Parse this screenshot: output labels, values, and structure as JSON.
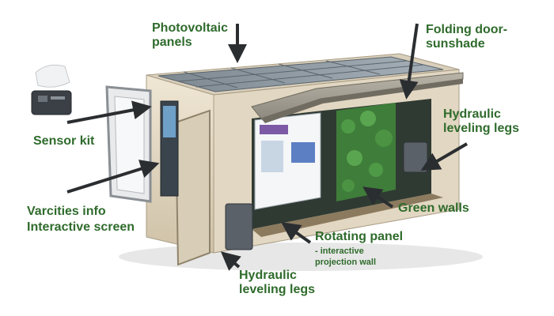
{
  "labels": {
    "photovoltaic": "Photovoltaic\npanels",
    "folding_door": "Folding door-\nsunshade",
    "sensor_kit": "Sensor kit",
    "hydraulic_right": "Hydraulic\nleveling legs",
    "green_walls": "Green walls",
    "varcities_title": "Varcities info",
    "varcities_subtitle": "Interactive  screen",
    "rotating_title": "Rotating panel",
    "rotating_sub": "- interactive\nprojection wall",
    "hydraulic_bottom": "Hydraulic\nleveling legs"
  },
  "colors": {
    "label_text": "#2f6b2c",
    "arrow": "#2b2e31",
    "container_wall": "#e8ddc9",
    "roof_panel": "#6f7b84",
    "frame_dark": "#4a4f55",
    "plants": "#3f7d3a"
  }
}
